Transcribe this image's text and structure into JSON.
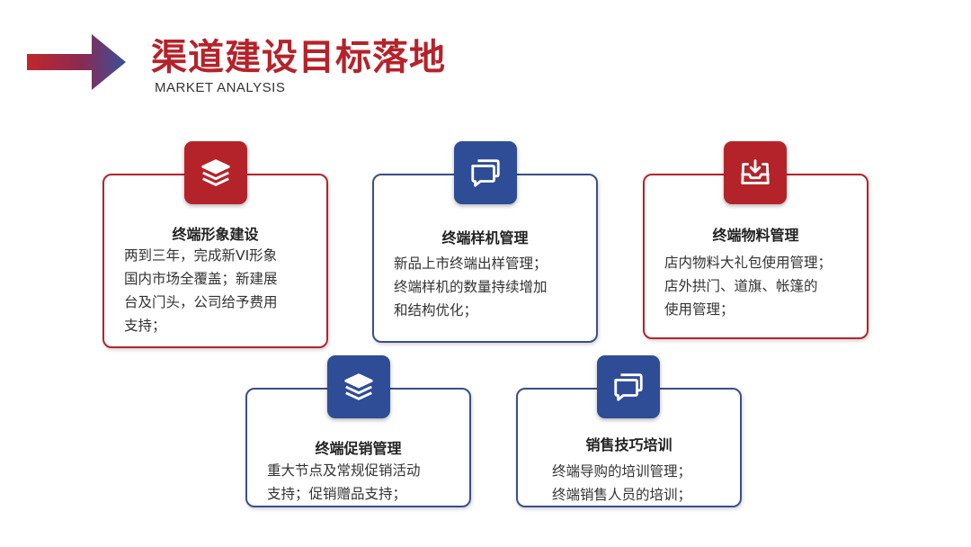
{
  "header": {
    "title": "渠道建设目标落地",
    "subtitle": "MARKET ANALYSIS"
  },
  "colors": {
    "accent_red": "#b5232a",
    "accent_blue": "#2f4c96",
    "border_blue": "#3a4f8a"
  },
  "cards": [
    {
      "title": "终端形象建设",
      "icon": "layers-icon",
      "lines": [
        "两到三年，完成新VI形象",
        "国内市场全覆盖；新建展",
        "台及门头，公司给予费用",
        "支持；"
      ]
    },
    {
      "title": "终端样机管理",
      "icon": "chat-bubble-icon",
      "lines": [
        "新品上市终端出样管理；",
        "终端样机的数量持续增加",
        "和结构优化；"
      ]
    },
    {
      "title": "终端物料管理",
      "icon": "inbox-download-icon",
      "lines": [
        "店内物料大礼包使用管理；",
        "店外拱门、道旗、帐篷的",
        "使用管理；"
      ]
    },
    {
      "title": "终端促销管理",
      "icon": "layers-icon",
      "lines": [
        "重大节点及常规促销活动",
        "支持；促销赠品支持；"
      ]
    },
    {
      "title": "销售技巧培训",
      "icon": "chat-bubble-icon",
      "lines": [
        "终端导购的培训管理；",
        "终端销售人员的培训；"
      ]
    }
  ]
}
